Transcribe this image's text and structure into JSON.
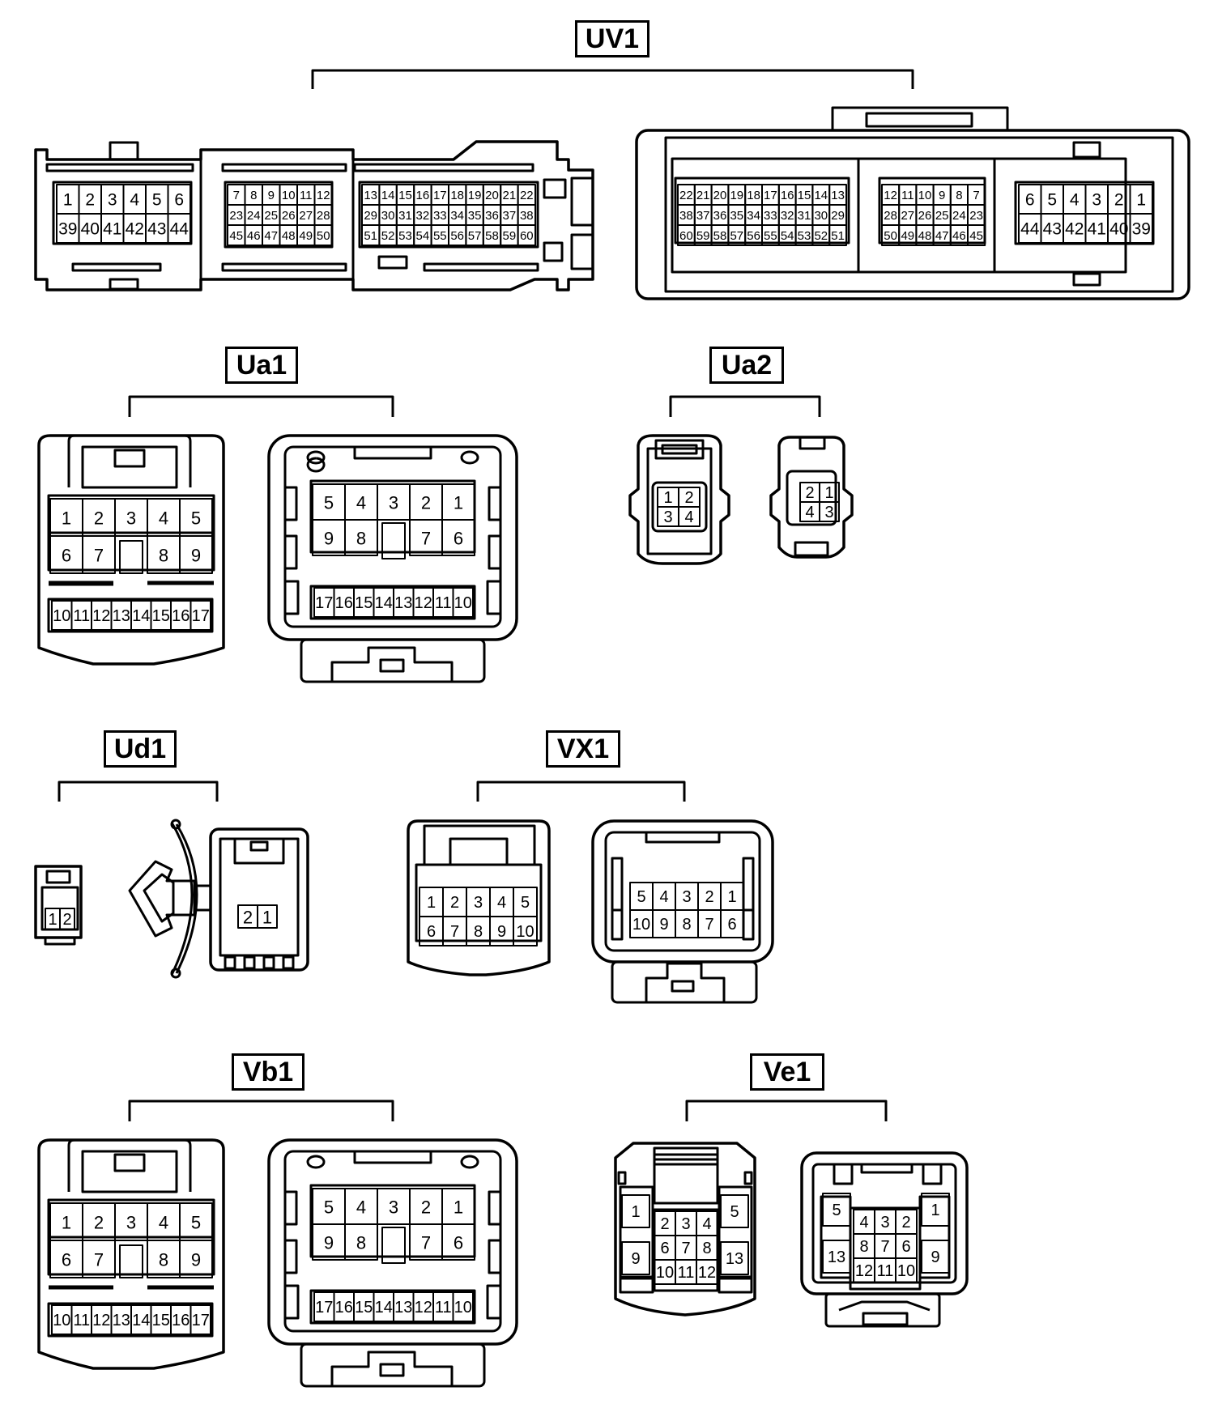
{
  "labels": {
    "uv1": "UV1",
    "ua1": "Ua1",
    "ua2": "Ua2",
    "ud1": "Ud1",
    "vx1": "VX1",
    "vb1": "Vb1",
    "ve1": "Ve1"
  },
  "connectors": {
    "uv1_left": {
      "a": [
        [
          "1",
          "2",
          "3",
          "4",
          "5",
          "6"
        ],
        [
          "39",
          "40",
          "41",
          "42",
          "43",
          "44"
        ]
      ],
      "b": [
        [
          "7",
          "8",
          "9",
          "10",
          "11",
          "12"
        ],
        [
          "23",
          "24",
          "25",
          "26",
          "27",
          "28"
        ],
        [
          "45",
          "46",
          "47",
          "48",
          "49",
          "50"
        ]
      ],
      "c": [
        [
          "13",
          "14",
          "15",
          "16",
          "17",
          "18",
          "19",
          "20",
          "21",
          "22"
        ],
        [
          "29",
          "30",
          "31",
          "32",
          "33",
          "34",
          "35",
          "36",
          "37",
          "38"
        ],
        [
          "51",
          "52",
          "53",
          "54",
          "55",
          "56",
          "57",
          "58",
          "59",
          "60"
        ]
      ]
    },
    "uv1_right": {
      "a": [
        [
          "22",
          "21",
          "20",
          "19",
          "18",
          "17",
          "16",
          "15",
          "14",
          "13"
        ],
        [
          "38",
          "37",
          "36",
          "35",
          "34",
          "33",
          "32",
          "31",
          "30",
          "29"
        ],
        [
          "60",
          "59",
          "58",
          "57",
          "56",
          "55",
          "54",
          "53",
          "52",
          "51"
        ]
      ],
      "b": [
        [
          "12",
          "11",
          "10",
          "9",
          "8",
          "7"
        ],
        [
          "28",
          "27",
          "26",
          "25",
          "24",
          "23"
        ],
        [
          "50",
          "49",
          "48",
          "47",
          "46",
          "45"
        ]
      ],
      "c": [
        [
          "6",
          "5",
          "4",
          "3",
          "2",
          "1"
        ],
        [
          "44",
          "43",
          "42",
          "41",
          "40",
          "39"
        ]
      ]
    },
    "ua1_left": {
      "top": [
        "1",
        "2",
        "3",
        "4",
        "5"
      ],
      "mid": [
        "6",
        "7",
        "",
        "8",
        "9"
      ],
      "bottom": [
        "10",
        "11",
        "12",
        "13",
        "14",
        "15",
        "16",
        "17"
      ]
    },
    "ua1_right": {
      "top": [
        "5",
        "4",
        "3",
        "2",
        "1"
      ],
      "mid": [
        "9",
        "8",
        "",
        "7",
        "6"
      ],
      "bottom": [
        "17",
        "16",
        "15",
        "14",
        "13",
        "12",
        "11",
        "10"
      ]
    },
    "ua2_left": [
      [
        "1",
        "2"
      ],
      [
        "3",
        "4"
      ]
    ],
    "ua2_right": [
      [
        "2",
        "1"
      ],
      [
        "4",
        "3"
      ]
    ],
    "ud1_left": [
      "1",
      "2"
    ],
    "ud1_right": [
      "2",
      "1"
    ],
    "vx1_left": [
      [
        "1",
        "2",
        "3",
        "4",
        "5"
      ],
      [
        "6",
        "7",
        "8",
        "9",
        "10"
      ]
    ],
    "vx1_right": [
      [
        "5",
        "4",
        "3",
        "2",
        "1"
      ],
      [
        "10",
        "9",
        "8",
        "7",
        "6"
      ]
    ],
    "vb1_left": {
      "top": [
        "1",
        "2",
        "3",
        "4",
        "5"
      ],
      "mid": [
        "6",
        "7",
        "",
        "8",
        "9"
      ],
      "bottom": [
        "10",
        "11",
        "12",
        "13",
        "14",
        "15",
        "16",
        "17"
      ]
    },
    "vb1_right": {
      "top": [
        "5",
        "4",
        "3",
        "2",
        "1"
      ],
      "mid": [
        "9",
        "8",
        "",
        "7",
        "6"
      ],
      "bottom": [
        "17",
        "16",
        "15",
        "14",
        "13",
        "12",
        "11",
        "10"
      ]
    },
    "ve1_left": {
      "outer_top": [
        "1",
        "5"
      ],
      "outer_bottom": [
        "9",
        "13"
      ],
      "grid": [
        [
          "2",
          "3",
          "4"
        ],
        [
          "6",
          "7",
          "8"
        ],
        [
          "10",
          "11",
          "12"
        ]
      ]
    },
    "ve1_right": {
      "outer_top": [
        "5",
        "1"
      ],
      "outer_bottom": [
        "13",
        "9"
      ],
      "grid": [
        [
          "4",
          "3",
          "2"
        ],
        [
          "8",
          "7",
          "6"
        ],
        [
          "12",
          "11",
          "10"
        ]
      ]
    }
  }
}
